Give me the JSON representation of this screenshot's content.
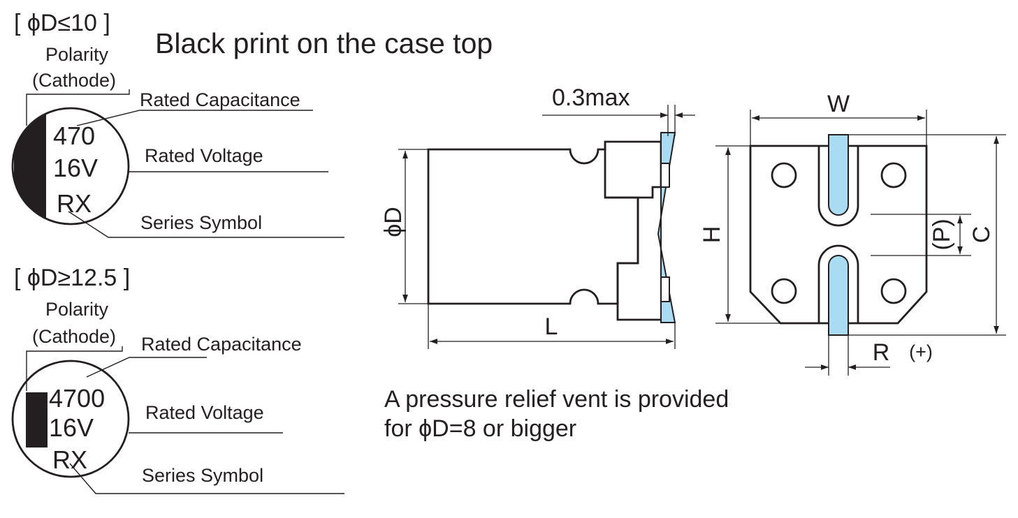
{
  "top_section": {
    "heading": "[ ϕD≤10 ]",
    "polarity_line1": "Polarity",
    "polarity_line2": "(Cathode)",
    "rated_capacitance_label": "Rated Capacitance",
    "rated_voltage_label": "Rated Voltage",
    "series_symbol_label": "Series Symbol",
    "capacitance_value": "470",
    "voltage_value": "16V",
    "series_value": "RX"
  },
  "bottom_section": {
    "heading": "[ ϕD≥12.5 ]",
    "polarity_line1": "Polarity",
    "polarity_line2": "(Cathode)",
    "rated_capacitance_label": "Rated Capacitance",
    "rated_voltage_label": "Rated Voltage",
    "series_symbol_label": "Series Symbol",
    "capacitance_value": "4700",
    "voltage_value": "16V",
    "series_value": "RX"
  },
  "title": "Black print on the case top",
  "side_view": {
    "max_label": "0.3max",
    "diameter_label": "ϕD",
    "length_label": "L"
  },
  "bottom_view": {
    "width_label": "W",
    "height_label": "H",
    "pitch_label": "(P)",
    "c_label": "C",
    "r_label": "R",
    "plus_label": "(+)"
  },
  "note_line1": "A pressure relief vent is provided",
  "note_line2": "for ϕD=8 or bigger",
  "colors": {
    "terminal_fill": "#a9dcf2",
    "ink": "#231f20"
  }
}
